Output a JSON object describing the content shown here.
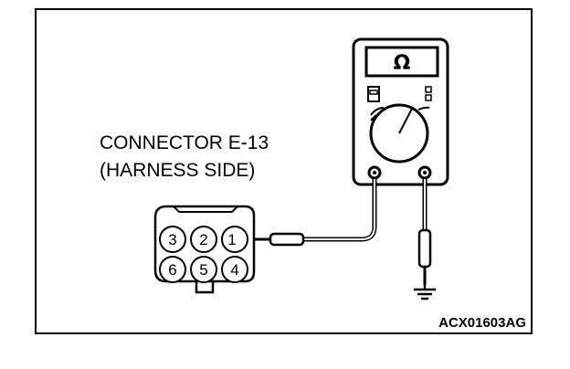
{
  "connector": {
    "label_line1": "CONNECTOR E-13",
    "label_line2": "(HARNESS SIDE)",
    "pins_top": [
      "3",
      "2",
      "1"
    ],
    "pins_bottom": [
      "6",
      "5",
      "4"
    ]
  },
  "meter": {
    "display_symbol": "Ω"
  },
  "figure_code": "ACX01603AG",
  "icons": {
    "meter": "ohmmeter-icon",
    "ground": "ground-symbol-icon"
  }
}
